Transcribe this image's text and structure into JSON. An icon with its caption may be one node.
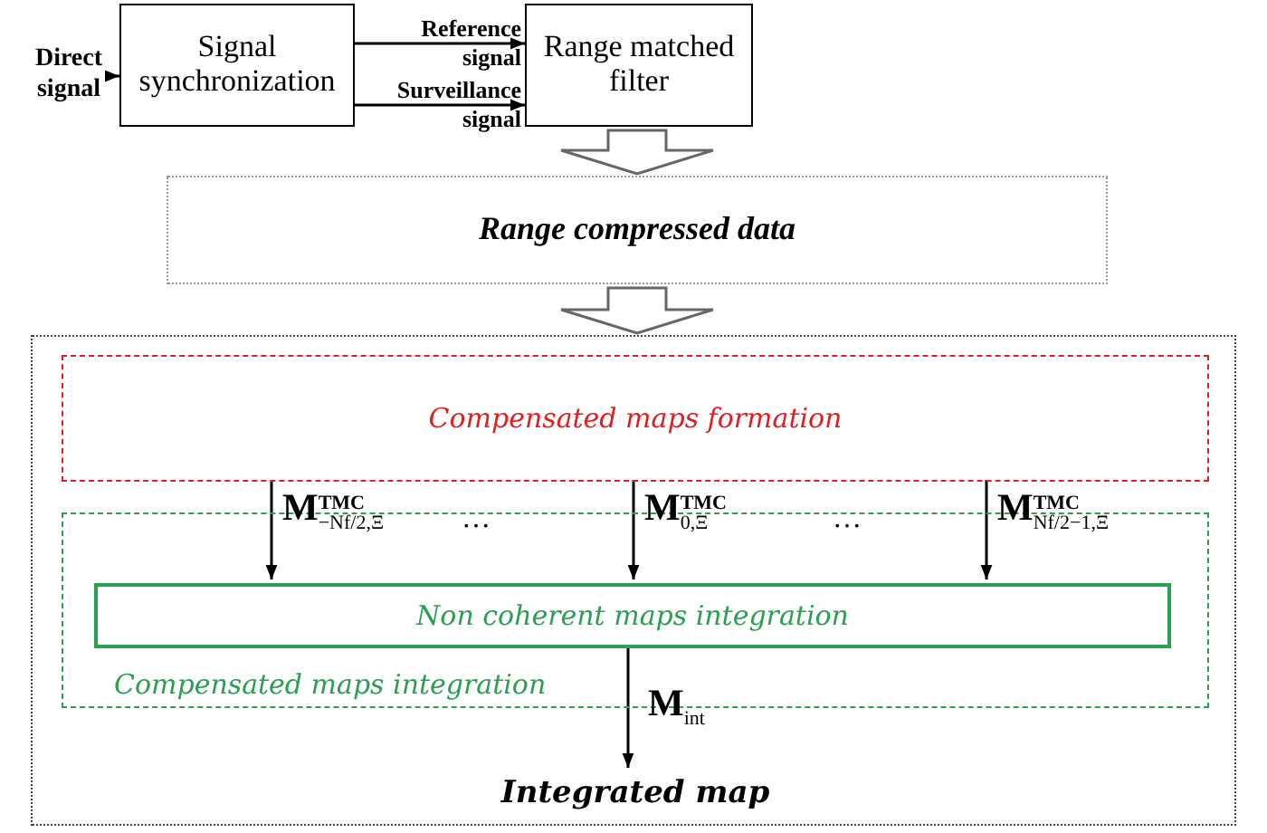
{
  "diagram": {
    "nodes": [
      {
        "text": [
          "Direct signal"
        ]
      },
      {
        "text": [
          "Signal synchronization"
        ]
      },
      {
        "text": [
          "Range matched filter"
        ]
      },
      {
        "text": [
          "Range compressed data"
        ]
      },
      {
        "text": [],
        "shape": "box"
      },
      {
        "text": [
          "Compensated maps formation"
        ],
        "in": 4
      },
      {
        "text": [
          "Compensated maps integration"
        ],
        "in": 4
      },
      {
        "text": [
          "Non coherent maps integration"
        ],
        "in": 6
      },
      {
        "text": [
          "Integrated map"
        ],
        "in": 4
      }
    ],
    "edges": [
      {
        "from": 0,
        "to": 1,
        "arrow": "to"
      },
      {
        "from": 1,
        "to": 2,
        "arrow": "to",
        "label": "Reference signal"
      },
      {
        "from": 1,
        "to": 2,
        "arrow": "to",
        "label": "Surveillance signal"
      },
      {
        "from": 2,
        "to": 3,
        "arrow": "to",
        "style": "thick"
      },
      {
        "from": 3,
        "to": 4,
        "arrow": "to",
        "style": "thick"
      },
      {
        "from": 5,
        "to": 7,
        "arrow": "to",
        "label": "M$^{TMC}$$_{−Nf/2,Ξ}$"
      },
      {
        "from": 5,
        "to": 7,
        "arrow": "to",
        "label": "M$^{TMC}$$_{0,Ξ}$"
      },
      {
        "from": 5,
        "to": 7,
        "arrow": "to",
        "label": "M$^{TMC}$$_{Nf/2−1,Ξ}$"
      },
      {
        "from": 7,
        "to": 8,
        "arrow": "to",
        "label": "M$_{int}$"
      }
    ],
    "labels": [
      "…",
      "…"
    ]
  }
}
